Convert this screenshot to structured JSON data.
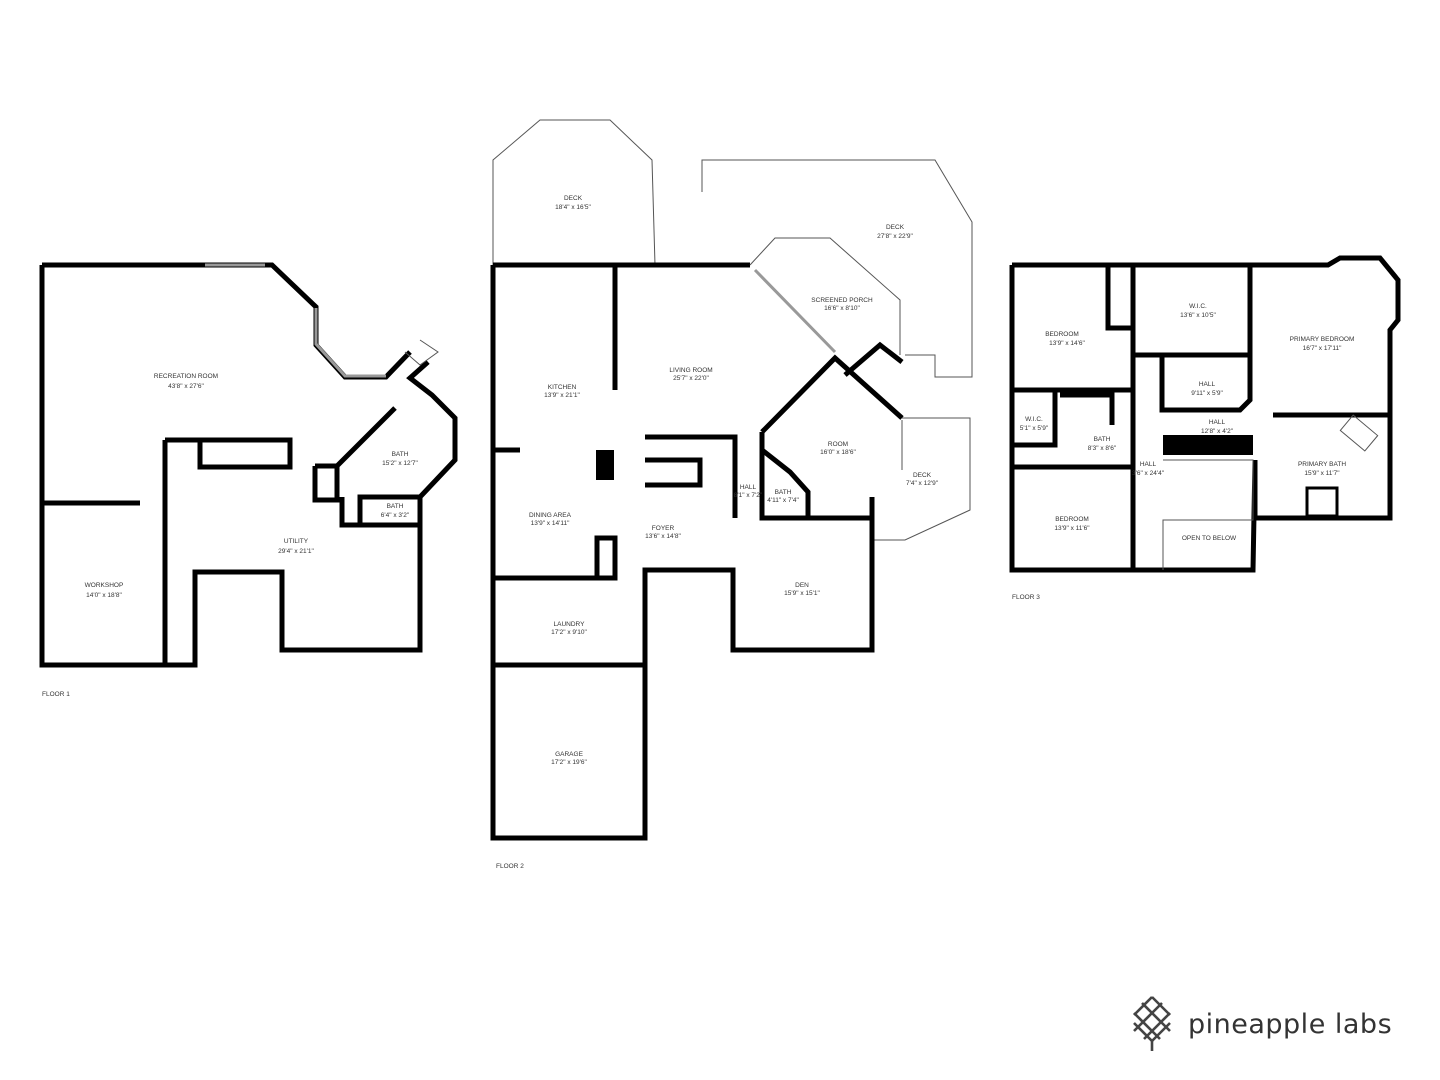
{
  "floors": [
    {
      "label": "FLOOR 1",
      "rooms": [
        {
          "name": "RECREATION ROOM",
          "size": "43'8\" x 27'6\""
        },
        {
          "name": "BATH",
          "size": "15'2\" x 12'7\""
        },
        {
          "name": "BATH",
          "size": "6'4\" x 3'2\""
        },
        {
          "name": "UTILITY",
          "size": "29'4\" x 21'1\""
        },
        {
          "name": "WORKSHOP",
          "size": "14'0\" x 18'8\""
        }
      ]
    },
    {
      "label": "FLOOR 2",
      "rooms": [
        {
          "name": "DECK",
          "size": "18'4\" x 16'5\""
        },
        {
          "name": "DECK",
          "size": "27'8\" x 22'9\""
        },
        {
          "name": "SCREENED PORCH",
          "size": "16'6\" x 8'10\""
        },
        {
          "name": "KITCHEN",
          "size": "13'9\" x 21'1\""
        },
        {
          "name": "LIVING ROOM",
          "size": "25'7\" x 22'0\""
        },
        {
          "name": "ROOM",
          "size": "16'0\" x 18'6\""
        },
        {
          "name": "DECK",
          "size": "7'4\" x 12'9\""
        },
        {
          "name": "HALL",
          "size": "8'1\" x 7'2\""
        },
        {
          "name": "BATH",
          "size": "4'11\" x 7'4\""
        },
        {
          "name": "DINING AREA",
          "size": "13'9\" x 14'11\""
        },
        {
          "name": "FOYER",
          "size": "13'6\" x 14'8\""
        },
        {
          "name": "DEN",
          "size": "15'9\" x 15'1\""
        },
        {
          "name": "LAUNDRY",
          "size": "17'2\" x 9'10\""
        },
        {
          "name": "GARAGE",
          "size": "17'2\" x 19'6\""
        }
      ]
    },
    {
      "label": "FLOOR 3",
      "rooms": [
        {
          "name": "BEDROOM",
          "size": "13'9\" x 14'6\""
        },
        {
          "name": "W.I.C.",
          "size": "13'6\" x 10'5\""
        },
        {
          "name": "PRIMARY BEDROOM",
          "size": "16'7\" x 17'11\""
        },
        {
          "name": "HALL",
          "size": "9'11\" x 5'9\""
        },
        {
          "name": "HALL",
          "size": "12'8\" x 4'2\""
        },
        {
          "name": "W.I.C.",
          "size": "5'1\" x 5'9\""
        },
        {
          "name": "BATH",
          "size": "8'3\" x 8'6\""
        },
        {
          "name": "HALL",
          "size": "3'6\" x 24'4\""
        },
        {
          "name": "PRIMARY BATH",
          "size": "15'9\" x 11'7\""
        },
        {
          "name": "BEDROOM",
          "size": "13'9\" x 11'6\""
        },
        {
          "name": "OPEN TO BELOW",
          "size": ""
        }
      ]
    }
  ],
  "brand": {
    "name": "pineapple labs",
    "icon": "lattice-logo-icon"
  }
}
